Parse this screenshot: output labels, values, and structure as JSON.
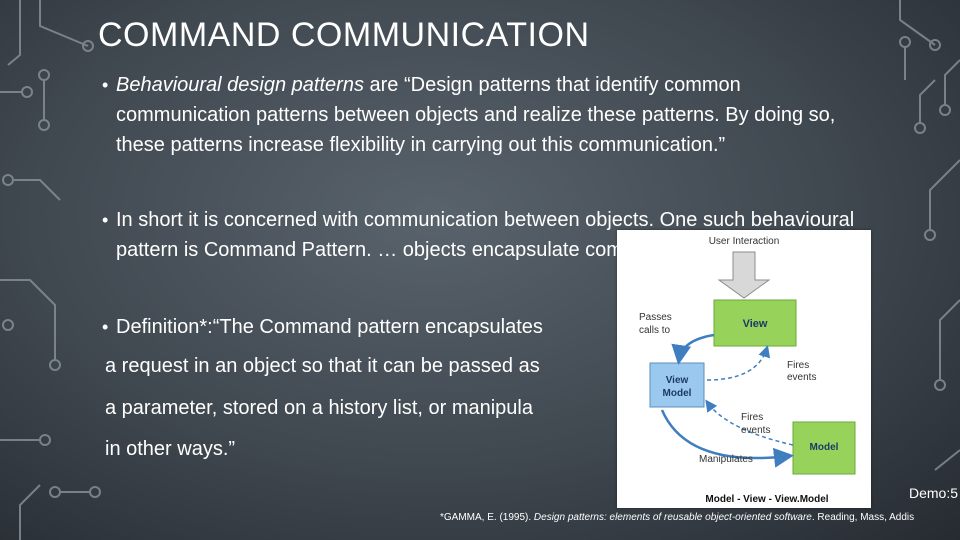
{
  "slide": {
    "title": "COMMAND COMMUNICATION",
    "bullet1": {
      "italic_lead": "Behavioural design patterns",
      "text": " are “Design patterns that identify common communication patterns between objects and realize these patterns. By doing so, these patterns increase flexibility in carrying out this communication.”"
    },
    "bullet2": {
      "text": "In short it is concerned with communication between objects. One such behavioural pattern is Command Pattern. … objects encapsulate command and it’s paramet…"
    },
    "bullet3": {
      "text": "Definition*:“The Command pattern encapsulates"
    },
    "definition_lines": [
      "a request in an object so that it can be passed as",
      "a parameter, stored on a history list, or manipula",
      "in other ways.”"
    ],
    "demo_label": "Demo:5",
    "footnote": {
      "prefix": "*GAMMA, E. (1995). ",
      "title": "Design patterns: elements of reusable object-oriented software",
      "suffix": ". Reading, Mass, Addis"
    }
  },
  "diagram": {
    "user_interaction": "User Interaction",
    "view": "View",
    "viewmodel_line1": "View",
    "viewmodel_line2": "Model",
    "model": "Model",
    "passes_line1": "Passes",
    "passes_line2": "calls to",
    "fires1_line1": "Fires",
    "fires1_line2": "events",
    "fires2_line1": "Fires",
    "fires2_line2": "events",
    "manipulates": "Manipulates",
    "caption": "Model - View - View.Model",
    "colors": {
      "view_fill": "#97d35a",
      "model_fill": "#97d35a",
      "viewmodel_fill": "#9bc8ee",
      "arrow_blue": "#3f7fc0",
      "arrow_gray": "#d8d8d8"
    }
  }
}
